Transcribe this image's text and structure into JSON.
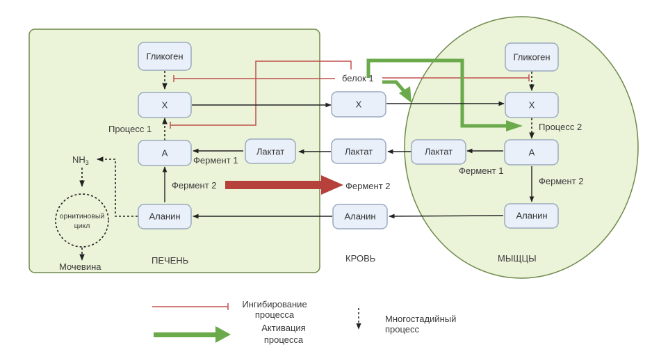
{
  "compartments": {
    "liver": "ПЕЧЕНЬ",
    "blood": "КРОВЬ",
    "muscle": "МЫЩЦЫ"
  },
  "liver": {
    "glycogen": "Гликоген",
    "x": "X",
    "a": "A",
    "lactate": "Лактат",
    "alanine": "Аланин",
    "process1": "Процесс 1",
    "enzyme1": "Фермент 1",
    "enzyme2": "Фермент 2",
    "nh3_main": "NH",
    "nh3_sub": "3",
    "cycle_line1": "орнитиновый",
    "cycle_line2": "цикл",
    "urea": "Мочевина"
  },
  "blood": {
    "protein1": "белок 1",
    "x": "X",
    "lactate": "Лактат",
    "alanine": "Аланин",
    "enzyme2": "Фермент 2"
  },
  "muscle": {
    "glycogen": "Гликоген",
    "x": "X",
    "a": "A",
    "lactate": "Лактат",
    "alanine": "Аланин",
    "process2": "Процесс 2",
    "enzyme1": "Фермент 1",
    "enzyme2": "Фермент 2"
  },
  "legend": {
    "inhibition_line1": "Ингибирование",
    "inhibition_line2": "процесса",
    "activation_line1": "Активация",
    "activation_line2": "процесса",
    "multistep_line1": "Многостадийный",
    "multistep_line2": "процесс"
  },
  "colors": {
    "compartment_fill": "#ebf3d9",
    "compartment_stroke": "#6e8a4a",
    "node_fill": "#eaf0fa",
    "node_stroke": "#9aa9bd",
    "inhibition": "#c0504d",
    "activation": "#6aaa4a",
    "enzyme2_arrow": "#b5413a",
    "arrow": "#222222"
  }
}
